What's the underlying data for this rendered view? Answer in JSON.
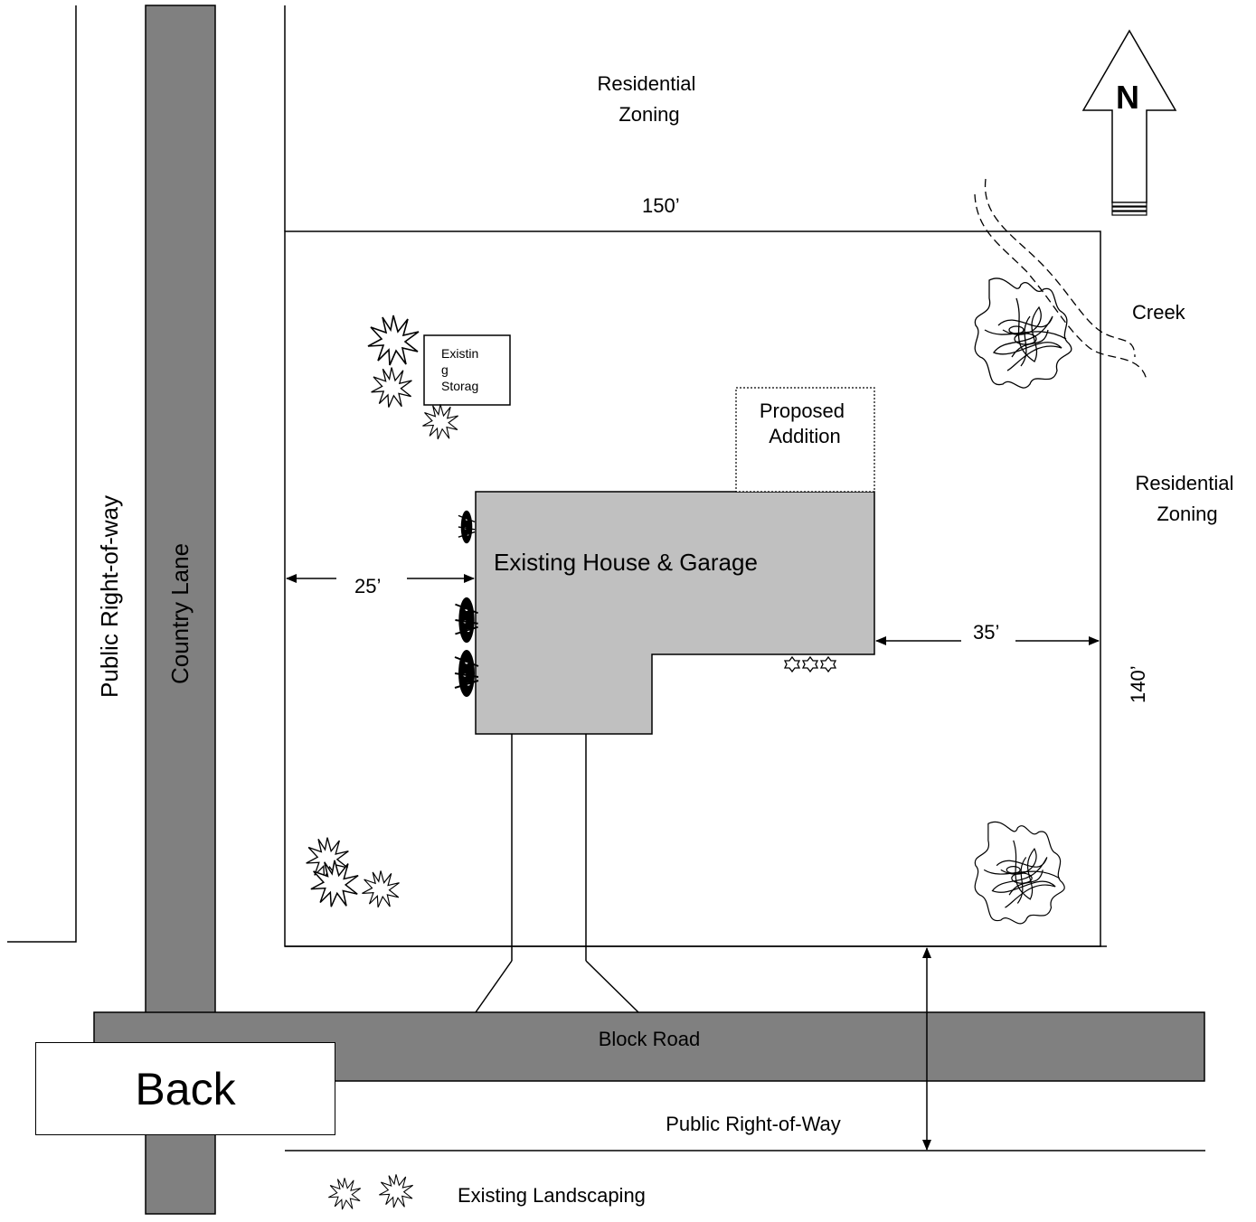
{
  "labels": {
    "residential_top": [
      "Residential",
      "Zoning"
    ],
    "residential_right": [
      "Residential",
      "Zoning"
    ],
    "creek": "Creek",
    "dim_top": "150’",
    "dim_right": "140’",
    "dim_left": "25’",
    "dim_east": "35’",
    "storage": [
      "Existin",
      "g",
      "Storag"
    ],
    "proposed": [
      "Proposed",
      "Addition"
    ],
    "house": "Existing House & Garage",
    "country_lane": "Country Lane",
    "public_row_left": "Public Right-of-way",
    "block_road": "Block Road",
    "public_row_bottom": "Public Right-of-Way",
    "legend": "Existing Landscaping",
    "north": "N"
  },
  "back_button": "Back",
  "colors": {
    "road": "#808080",
    "house": "#c0c0c0",
    "line": "#000000"
  },
  "icons": [
    "north-arrow-icon",
    "shrub-icon",
    "tree-icon",
    "creek-icon"
  ]
}
